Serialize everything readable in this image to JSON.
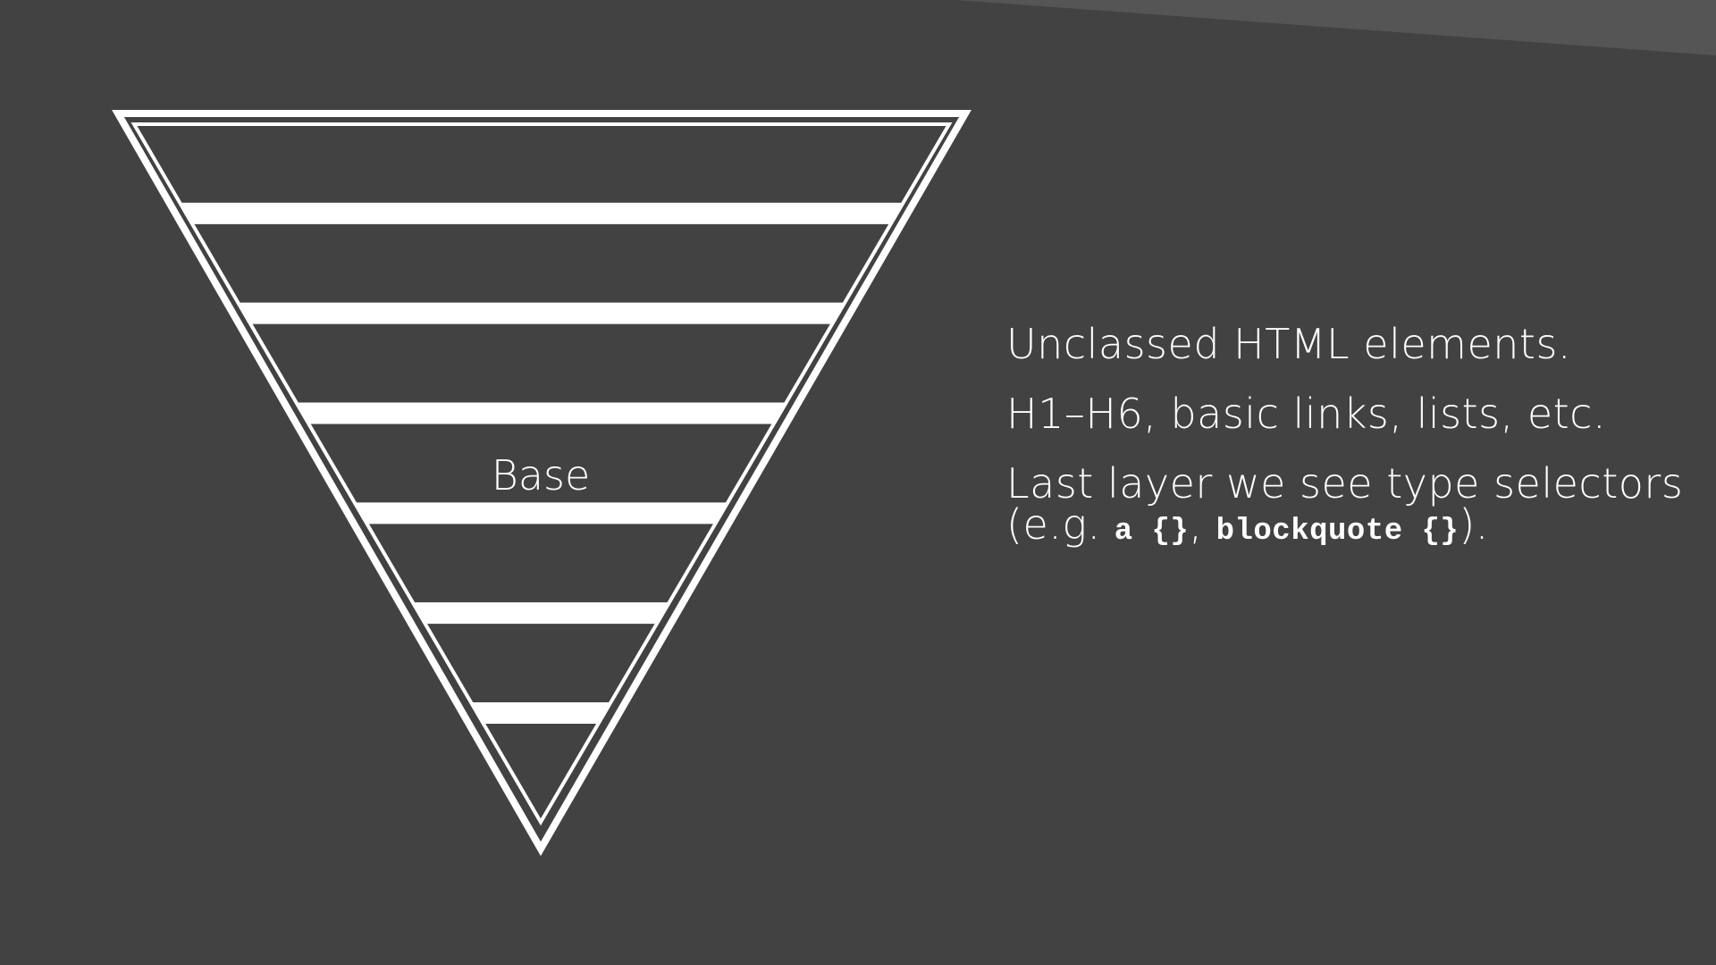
{
  "diagram": {
    "layer_count": 7,
    "highlighted_layer_index": 3,
    "highlighted_layer_label": "Base",
    "background_color": "#424242",
    "corner_shade_color": "#555555",
    "line_color": "#ffffff"
  },
  "notes": {
    "line1": "Unclassed HTML elements.",
    "line2": "H1–H6, basic links, lists, etc.",
    "line3_start": "Last layer we see type selectors (e.g. ",
    "code1": "a {}",
    "line3_mid": ", ",
    "code2": "blockquote {}",
    "line3_end": ")."
  }
}
